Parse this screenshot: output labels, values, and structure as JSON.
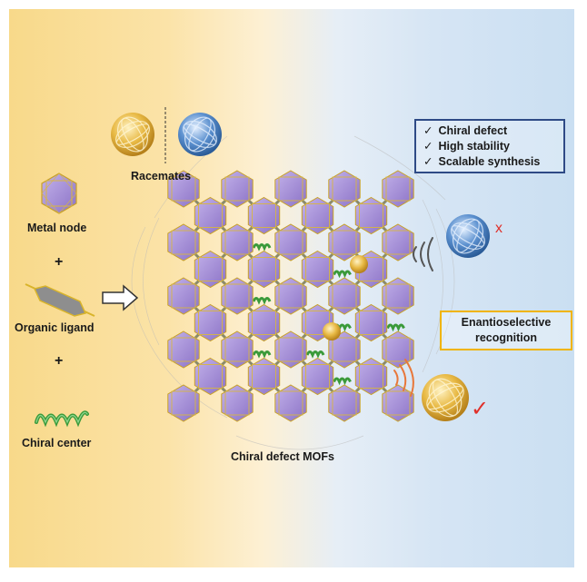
{
  "labels": {
    "metal_node": "Metal node",
    "organic_ligand": "Organic ligand",
    "chiral_center": "Chiral center",
    "racemates": "Racemates",
    "mof": "Chiral defect MOFs",
    "plus": "+"
  },
  "features": {
    "items": [
      "Chiral defect",
      "High stability",
      "Scalable synthesis"
    ],
    "mark": "✓"
  },
  "recognition": {
    "line1": "Enantioselective",
    "line2": "recognition"
  },
  "symbols": {
    "reject": "x",
    "accept": "✓"
  },
  "colors": {
    "node": "#a58fd6",
    "node_edge": "#c9a227",
    "ligand": "#9a9a9a",
    "chiral": "#3a9a3a",
    "sphere_gold": "#e6b53a",
    "sphere_blue": "#4f86c6",
    "reject_red": "#e0302a",
    "wave_gray": "#555555",
    "wave_orange": "#e8773a"
  }
}
